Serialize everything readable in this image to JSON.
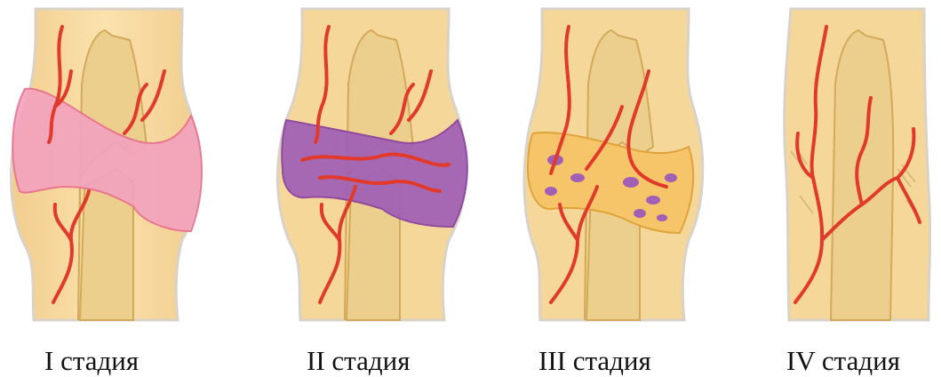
{
  "stages": [
    {
      "label": "I стадия"
    },
    {
      "label": "II стадия"
    },
    {
      "label": "III стадия"
    },
    {
      "label": "IV стадия"
    }
  ],
  "colors": {
    "bone_cortex": "#eccf8c",
    "bone_marrow": "#e8c576",
    "soft_tissue": "#f8dc9f",
    "hematoma": "#f2a0b8",
    "vessel": "#e23a2a",
    "granulation": "#9c5bb0",
    "callus": "#f6c56a"
  },
  "icons": [
    "bone-fracture-illustration"
  ]
}
